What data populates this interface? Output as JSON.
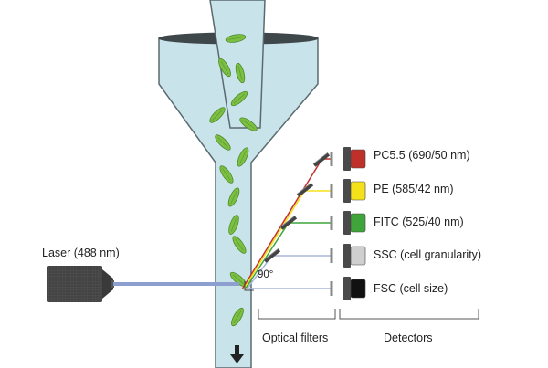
{
  "laser": {
    "label": "Laser (488 nm)"
  },
  "angle_label": "90°",
  "detectors": [
    {
      "label": "PC5.5 (690/50 nm)",
      "color": "#c0302a"
    },
    {
      "label": "PE (585/42 nm)",
      "color": "#f5e11a"
    },
    {
      "label": "FITC (525/40 nm)",
      "color": "#3fa53a"
    },
    {
      "label": "SSC (cell granularity)",
      "color": "#cfcfcf"
    },
    {
      "label": "FSC (cell size)",
      "color": "#111111"
    }
  ],
  "sections": {
    "optical_filters": "Optical filters",
    "detectors": "Detectors"
  },
  "colors": {
    "fluid": "#c9e3ea",
    "fluid_outline": "#5a6b70",
    "cell": "#7bc043",
    "laser_beam": "#8d9fcf",
    "scatter_line": "#a9b6d8"
  }
}
